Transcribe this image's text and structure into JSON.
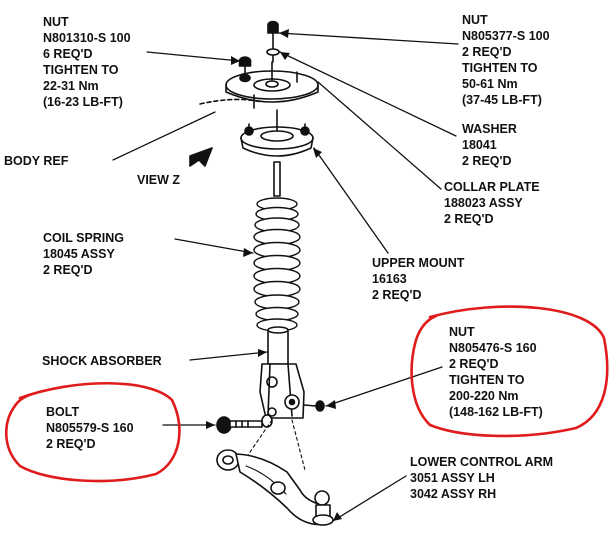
{
  "accent_color": "#e01b1b",
  "line_color": "#111111",
  "labels": {
    "nut_left": [
      "NUT",
      "N801310-S 100",
      "6 REQ'D",
      "TIGHTEN TO",
      "22-31 Nm",
      "(16-23 LB-FT)"
    ],
    "nut_right": [
      "NUT",
      "N805377-S 100",
      "2 REQ'D",
      "TIGHTEN TO",
      "50-61 Nm",
      "(37-45 LB-FT)"
    ],
    "washer": [
      "WASHER",
      "18041",
      "2 REQ'D"
    ],
    "body_ref": "BODY REF",
    "view_z": "VIEW Z",
    "collar_plate": [
      "COLLAR PLATE",
      "188023 ASSY",
      "2 REQ'D"
    ],
    "coil_spring": [
      "COIL SPRING",
      "18045 ASSY",
      "2 REQ'D"
    ],
    "upper_mount": [
      "UPPER MOUNT",
      "16163",
      "2 REQ'D"
    ],
    "shock_absorber": "SHOCK ABSORBER",
    "nut_lower": [
      "NUT",
      "N805476-S 160",
      "2 REQ'D",
      "TIGHTEN TO",
      "200-220 Nm",
      "(148-162 LB-FT)"
    ],
    "bolt": [
      "BOLT",
      "N805579-S 160",
      "2 REQ'D"
    ],
    "lower_control_arm": [
      "LOWER CONTROL ARM",
      "3051 ASSY LH",
      "3042 ASSY RH"
    ]
  }
}
